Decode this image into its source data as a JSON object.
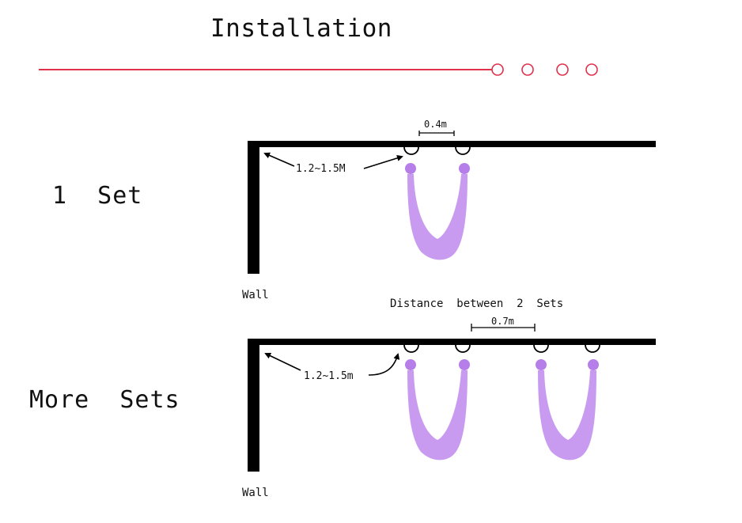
{
  "page": {
    "title": "Installation"
  },
  "progress": {
    "accent_color": "#e0314b",
    "steps_total": 4,
    "current_step": 1
  },
  "sections": {
    "one_set": {
      "label": "1  Set",
      "wall_label": "Wall",
      "wall_distance": "1.2~1.5M",
      "hook_spacing": "0.4m"
    },
    "more_sets": {
      "label": "More  Sets",
      "wall_label": "Wall",
      "wall_distance": "1.2~1.5m",
      "between_sets_caption": "Distance  between  2  Sets",
      "between_sets_spacing": "0.7m"
    }
  },
  "colors": {
    "hammock": "#c89bf0",
    "hammock_knot": "#b57ee8",
    "structure": "#000000"
  }
}
